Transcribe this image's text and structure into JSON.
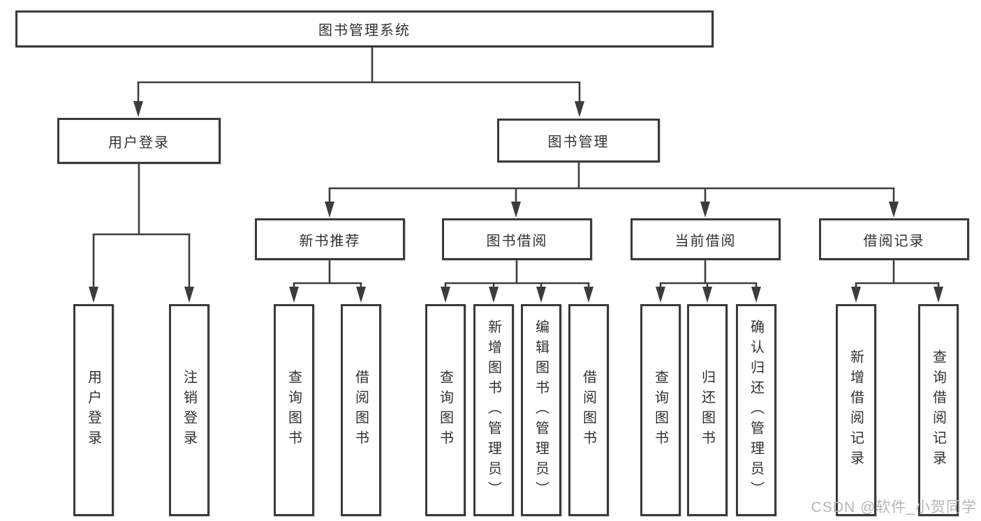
{
  "tree": {
    "root": {
      "label": "图书管理系统"
    },
    "branches": [
      {
        "label": "用户登录",
        "children": [
          {
            "label": "用户登录"
          },
          {
            "label": "注销登录"
          }
        ]
      },
      {
        "label": "图书管理",
        "children": [
          {
            "label": "新书推荐",
            "children": [
              {
                "label": "查询图书"
              },
              {
                "label": "借阅图书"
              }
            ]
          },
          {
            "label": "图书借阅",
            "children": [
              {
                "label": "查询图书"
              },
              {
                "label": "新增图书（管理员）"
              },
              {
                "label": "编辑图书（管理员）"
              },
              {
                "label": "借阅图书"
              }
            ]
          },
          {
            "label": "当前借阅",
            "children": [
              {
                "label": "查询图书"
              },
              {
                "label": "归还图书"
              },
              {
                "label": "确认归还（管理员）"
              }
            ]
          },
          {
            "label": "借阅记录",
            "children": [
              {
                "label": "新增借阅记录"
              },
              {
                "label": "查询借阅记录"
              }
            ]
          }
        ]
      }
    ]
  },
  "watermark": {
    "text": "CSDN @软件_小贺同学"
  },
  "colors": {
    "line": "#3c3c3c",
    "box_border": "#3a3a3a",
    "text": "#303030",
    "watermark": "#b5b5b5",
    "background": "#ffffff"
  }
}
